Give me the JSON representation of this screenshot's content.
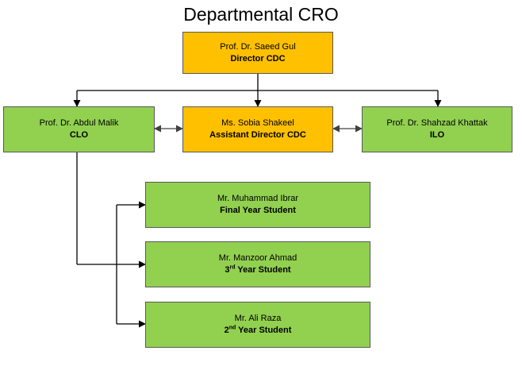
{
  "title": "Departmental CRO",
  "director": {
    "name": "Prof. Dr. Saeed Gul",
    "role": "Director CDC"
  },
  "assistant": {
    "name": "Ms. Sobia Shakeel",
    "role": "Assistant Director CDC"
  },
  "clo": {
    "name": "Prof. Dr. Abdul Malik",
    "role": "CLO"
  },
  "ilo": {
    "name": "Prof. Dr. Shahzad Khattak",
    "role": "ILO"
  },
  "students": [
    {
      "name": "Mr. Muhammad Ibrar",
      "role_prefix": "Final Year Student",
      "role_sup": "",
      "role_suffix": ""
    },
    {
      "name": "Mr. Manzoor Ahmad",
      "role_prefix": "3",
      "role_sup": "rd",
      "role_suffix": " Year Student"
    },
    {
      "name": "Mr. Ali Raza",
      "role_prefix": "2",
      "role_sup": "nd",
      "role_suffix": " Year Student"
    }
  ],
  "colors": {
    "leadership": "#ffc000",
    "members": "#92d050",
    "border": "#595959",
    "connector": "#000000"
  }
}
